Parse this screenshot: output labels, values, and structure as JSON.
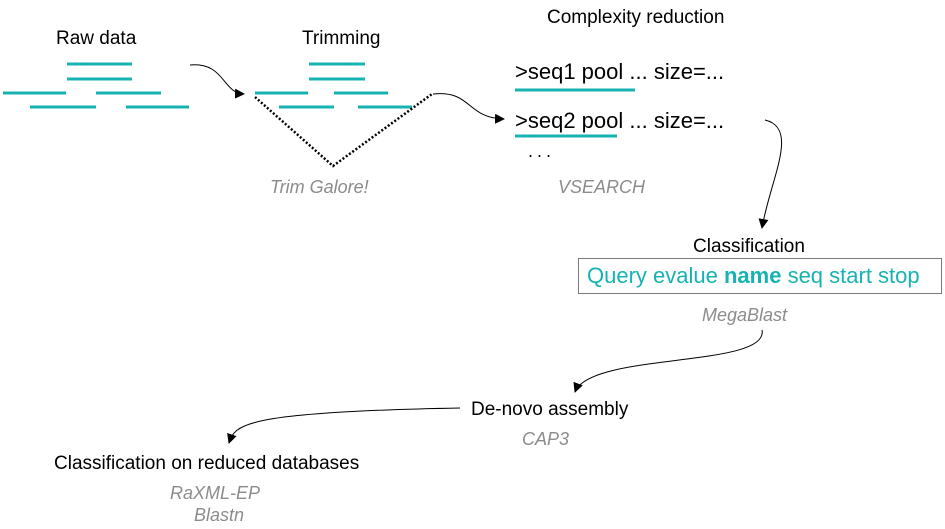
{
  "colors": {
    "read": "#17b3b3",
    "tool": "#8c8c8c",
    "box_border": "#7a7a7a",
    "arrow": "#000000"
  },
  "raw_data": {
    "label": "Raw data"
  },
  "trimming": {
    "label": "Trimming",
    "tool": "Trim Galore!"
  },
  "complexity": {
    "label": "Complexity reduction",
    "seq1": ">seq1 pool ... size=...",
    "seq2": ">seq2 pool ... size=...",
    "ellipsis": "...",
    "tool": "VSEARCH"
  },
  "classification": {
    "label": "Classification",
    "query_parts": [
      "Query evalue ",
      "name",
      " seq start stop"
    ],
    "tool": "MegaBlast"
  },
  "assembly": {
    "label": "De-novo assembly",
    "tool": "CAP3"
  },
  "final": {
    "label": "Classification on reduced databases",
    "tools": [
      "RaXML-EP",
      "Blastn"
    ]
  }
}
